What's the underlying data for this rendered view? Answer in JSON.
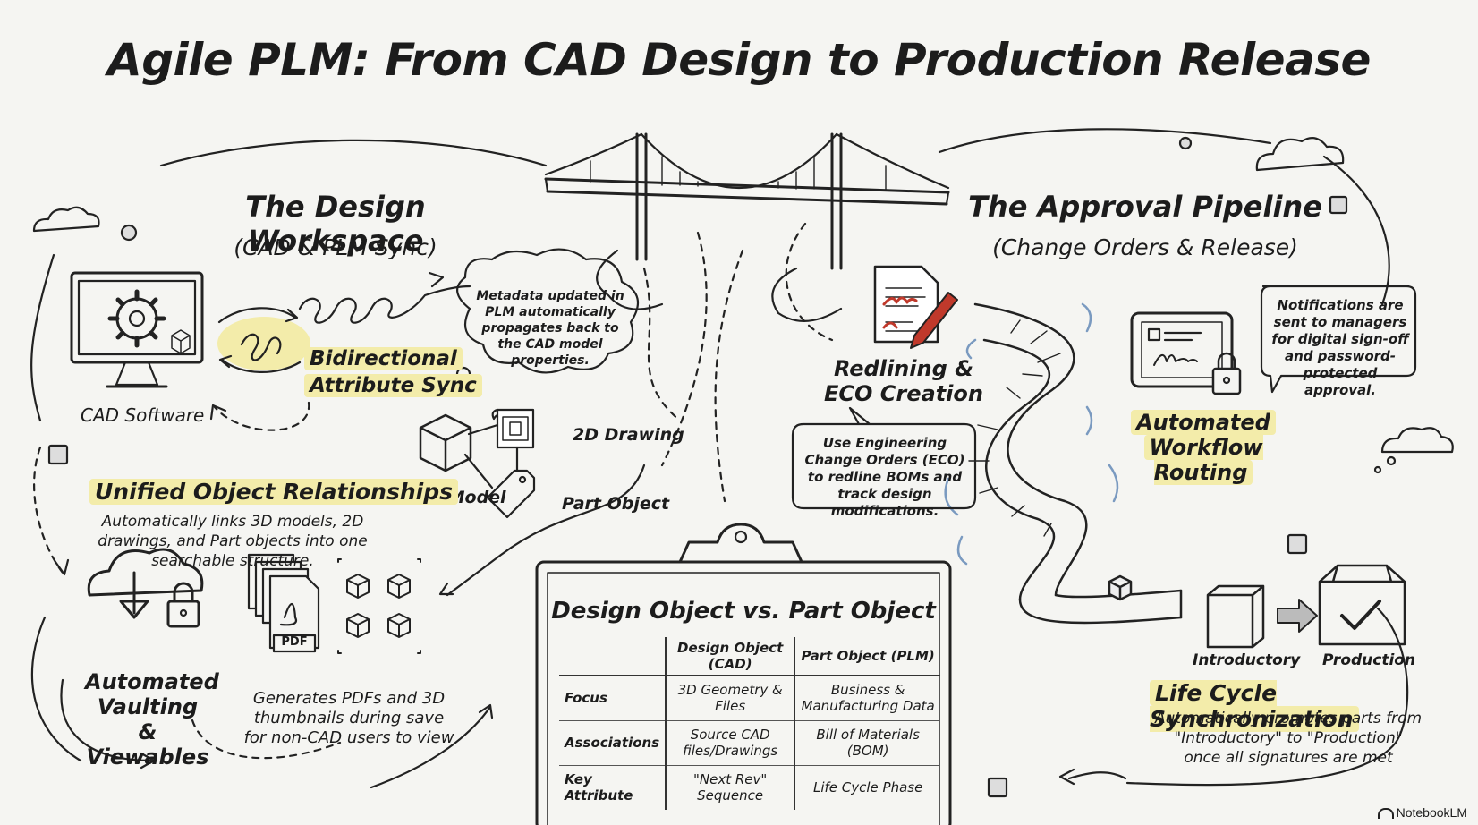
{
  "title": "Agile PLM: From CAD Design to Production Release",
  "left": {
    "heading": "The Design Workspace",
    "subheading": "(CAD & PLM Sync)",
    "cad_label": "CAD Software",
    "sync_label_1": "Bidirectional",
    "sync_label_2": "Attribute Sync",
    "metadata_bubble": "Metadata updated in PLM automatically propagates back to the CAD model properties.",
    "relationships_title": "Unified Object Relationships",
    "relationships_text": "Automatically links 3D models, 2D drawings, and Part objects into one searchable structure.",
    "model_label": "3D Model",
    "drawing_label": "2D Drawing",
    "part_label": "Part Object",
    "vault_title_1": "Automated",
    "vault_title_2": "Vaulting &",
    "vault_title_3": "Viewables",
    "pdf_label": "PDF",
    "viewables_text": "Generates PDFs and 3D thumbnails during save for non-CAD users to view"
  },
  "right": {
    "heading": "The Approval Pipeline",
    "subheading": "(Change Orders & Release)",
    "redline_title_1": "Redlining &",
    "redline_title_2": "ECO Creation",
    "eco_bubble": "Use Engineering Change Orders (ECO) to redline BOMs and track design modifications.",
    "notify_bubble": "Notifications are sent to managers for digital sign-off and password-protected approval.",
    "routing_title_1": "Automated",
    "routing_title_2": "Workflow Routing",
    "intro_label": "Introductory",
    "prod_label": "Production",
    "lifecycle_title": "Life Cycle Synchronization",
    "lifecycle_text": "Automatically promotes parts from \"Introductory\" to \"Production\" once all signatures are met"
  },
  "table": {
    "title": "Design Object vs. Part Object",
    "col1": "Design Object (CAD)",
    "col2": "Part Object (PLM)",
    "rows": [
      {
        "label": "Focus",
        "a": "3D Geometry & Files",
        "b": "Business & Manufacturing Data"
      },
      {
        "label": "Associations",
        "a": "Source CAD files/Drawings",
        "b": "Bill of Materials (BOM)"
      },
      {
        "label": "Key Attribute",
        "a": "\"Next Rev\" Sequence",
        "b": "Life Cycle Phase"
      }
    ]
  },
  "footer": {
    "brand": "NotebookLM"
  },
  "icons": [
    "computer-gear-icon",
    "cloud-lock-icon",
    "pdf-stack-icon",
    "cube-icon",
    "drawing-icon",
    "tag-icon",
    "document-pen-icon",
    "tablet-signature-icon",
    "padlock-icon",
    "box-check-icon",
    "bridge-icon",
    "conveyor-icon"
  ],
  "colors": {
    "highlight": "#f3ecaa",
    "ink": "#1c1c1c",
    "redline": "#c0392b",
    "background": "#f5f5f2"
  }
}
